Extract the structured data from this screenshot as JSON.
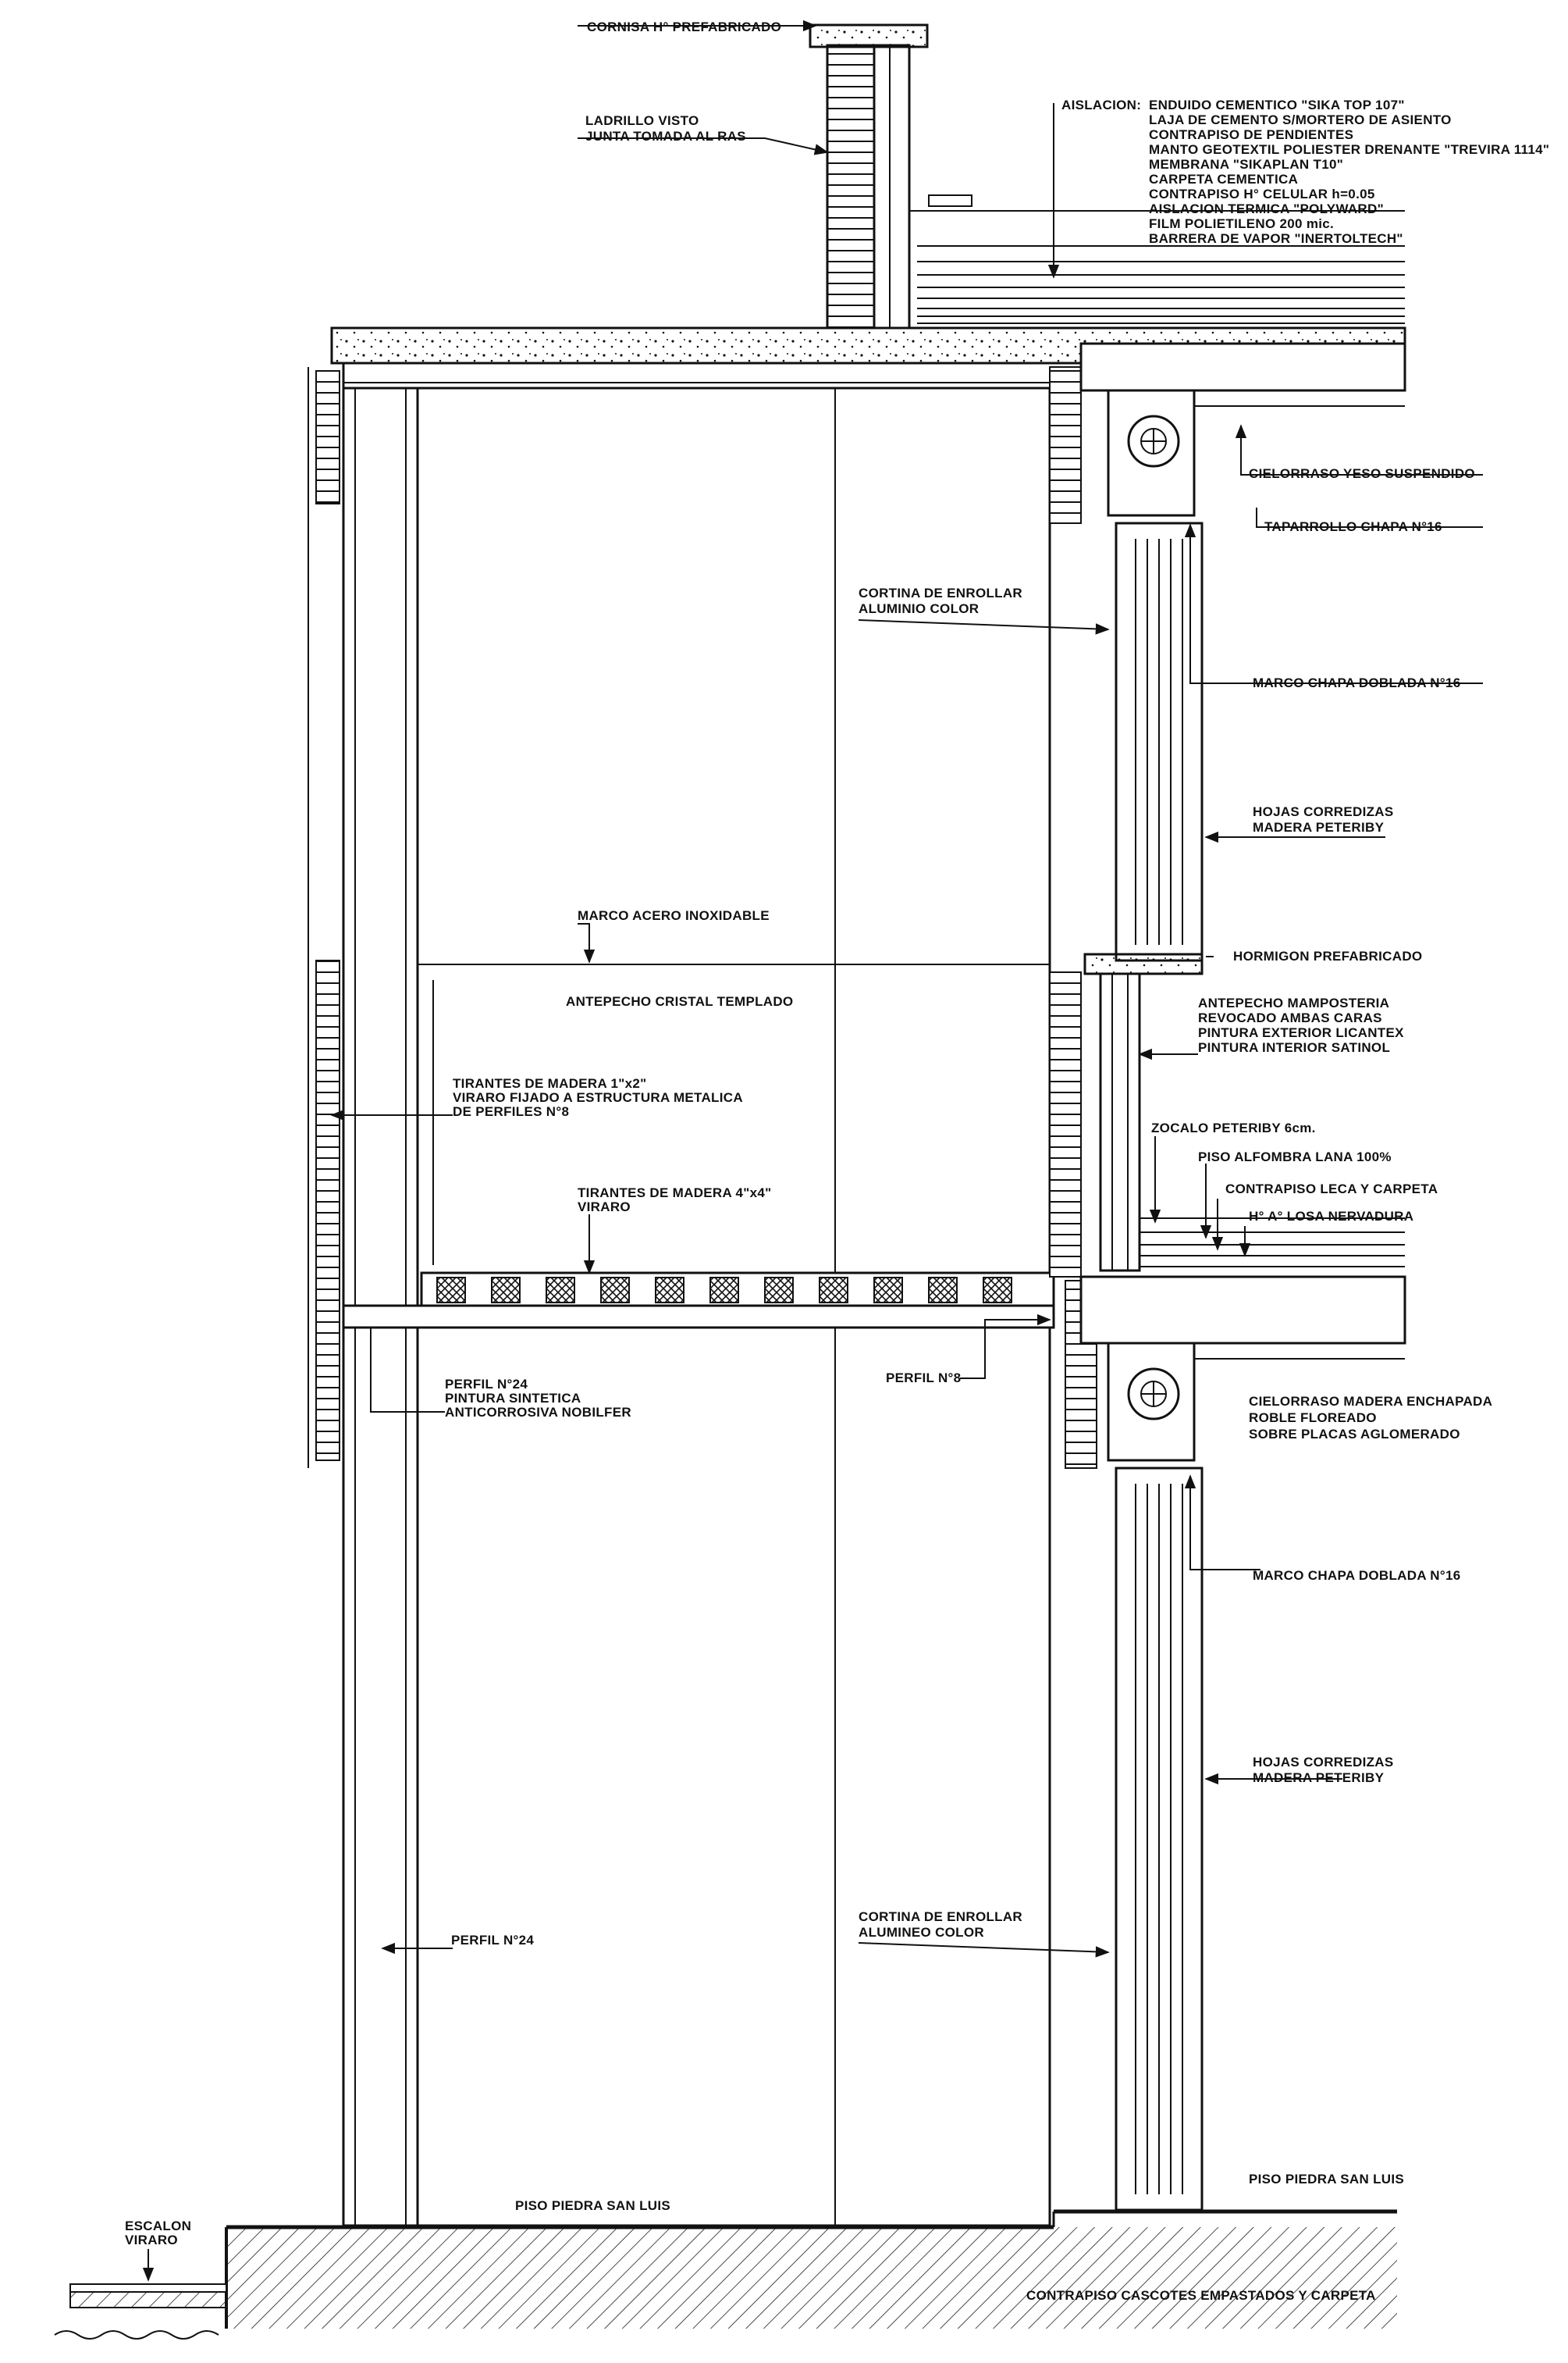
{
  "labels": {
    "cornisa": "CORNISA H° PREFABRICADO",
    "ladrillo": [
      "LADRILLO VISTO",
      "JUNTA TOMADA AL RAS"
    ],
    "aislacion_title": "AISLACION:",
    "aislacion": [
      "ENDUIDO CEMENTICO \"SIKA TOP 107\"",
      "LAJA DE CEMENTO S/MORTERO DE ASIENTO",
      "CONTRAPISO DE PENDIENTES",
      "MANTO GEOTEXTIL POLIESTER DRENANTE \"TREVIRA 1114\"",
      "MEMBRANA \"SIKAPLAN T10\"",
      "CARPETA CEMENTICA",
      "CONTRAPISO H° CELULAR h=0.05",
      "AISLACION TERMICA \"POLYWARD\"",
      "FILM POLIETILENO 200 mic.",
      "BARRERA DE VAPOR \"INERTOLTECH\""
    ],
    "cielorraso_yeso": "CIELORRASO YESO SUSPENDIDO",
    "taparrollo": "TAPARROLLO CHAPA N°16",
    "cortina_1": [
      "CORTINA DE ENROLLAR",
      "ALUMINIO COLOR"
    ],
    "marco_chapa_1": "MARCO CHAPA DOBLADA N°16",
    "hojas_1": [
      "HOJAS CORREDIZAS",
      "MADERA PETERIBY"
    ],
    "marco_acero": "MARCO ACERO INOXIDABLE",
    "hormigon_pref": "HORMIGON PREFABRICADO",
    "antepecho_cristal": "ANTEPECHO CRISTAL TEMPLADO",
    "antepecho_mamp": [
      "ANTEPECHO MAMPOSTERIA",
      "REVOCADO AMBAS CARAS",
      "PINTURA EXTERIOR LICANTEX",
      "PINTURA INTERIOR SATINOL"
    ],
    "tirantes_1": [
      "TIRANTES DE MADERA 1\"x2\"",
      "VIRARO FIJADO A ESTRUCTURA METALICA",
      "DE PERFILES N°8"
    ],
    "zocalo": "ZOCALO PETERIBY 6cm.",
    "piso_alfombra": "PISO ALFOMBRA LANA 100%",
    "tirantes_2": [
      "TIRANTES DE MADERA 4\"x4\"",
      "VIRARO"
    ],
    "contrapiso_leca": "CONTRAPISO LECA Y CARPETA",
    "losa": "H° A° LOSA NERVADURA",
    "perfil_24_a": [
      "PERFIL N°24",
      "PINTURA SINTETICA",
      "ANTICORROSIVA NOBILFER"
    ],
    "perfil_8": "PERFIL N°8",
    "cielorraso_madera": [
      "CIELORRASO MADERA ENCHAPADA",
      "ROBLE FLOREADO",
      "SOBRE PLACAS AGLOMERADO"
    ],
    "marco_chapa_2": "MARCO CHAPA DOBLADA N°16",
    "hojas_2": [
      "HOJAS CORREDIZAS",
      "MADERA PETERIBY"
    ],
    "cortina_2": [
      "CORTINA DE ENROLLAR",
      "ALUMINEO COLOR"
    ],
    "perfil_24_b": "PERFIL N°24",
    "escalon": [
      "ESCALON",
      "VIRARO"
    ],
    "piso_piedra_1": "PISO PIEDRA SAN LUIS",
    "piso_piedra_2": "PISO PIEDRA SAN LUIS",
    "contrapiso_cascotes": "CONTRAPISO CASCOTES EMPASTADOS Y CARPETA"
  }
}
